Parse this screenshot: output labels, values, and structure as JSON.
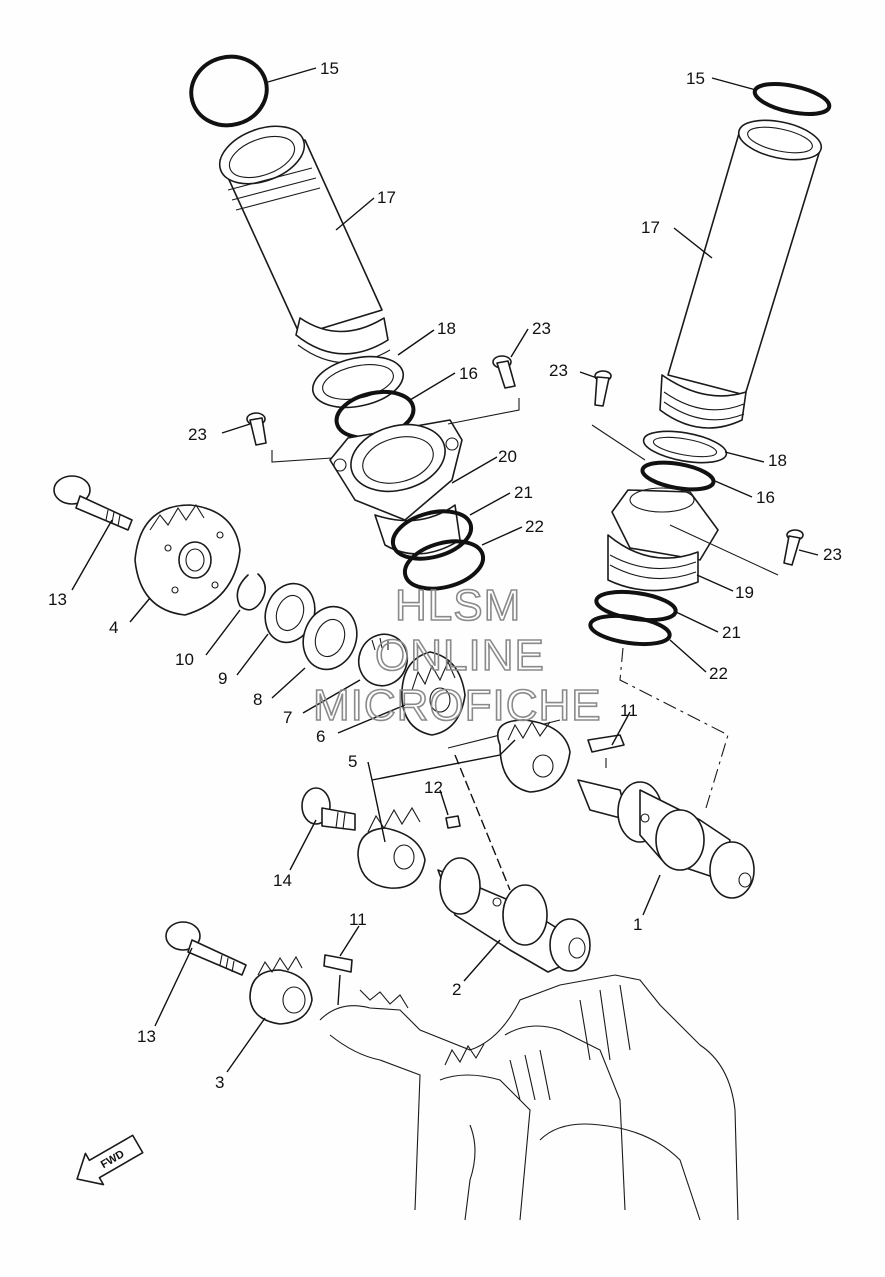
{
  "callouts": [
    "15",
    "17",
    "18",
    "16",
    "23",
    "20",
    "21",
    "22",
    "19",
    "13",
    "4",
    "10",
    "9",
    "8",
    "7",
    "6",
    "5",
    "11",
    "12",
    "14",
    "2",
    "1",
    "3"
  ],
  "watermark": [
    "HLSM",
    "ONLINE",
    "MICROFICHE"
  ],
  "direction_label": "FWD",
  "colors": {
    "line": "#1a1a1a",
    "watermark": "#8a8a8a",
    "background": "#fefefe"
  }
}
